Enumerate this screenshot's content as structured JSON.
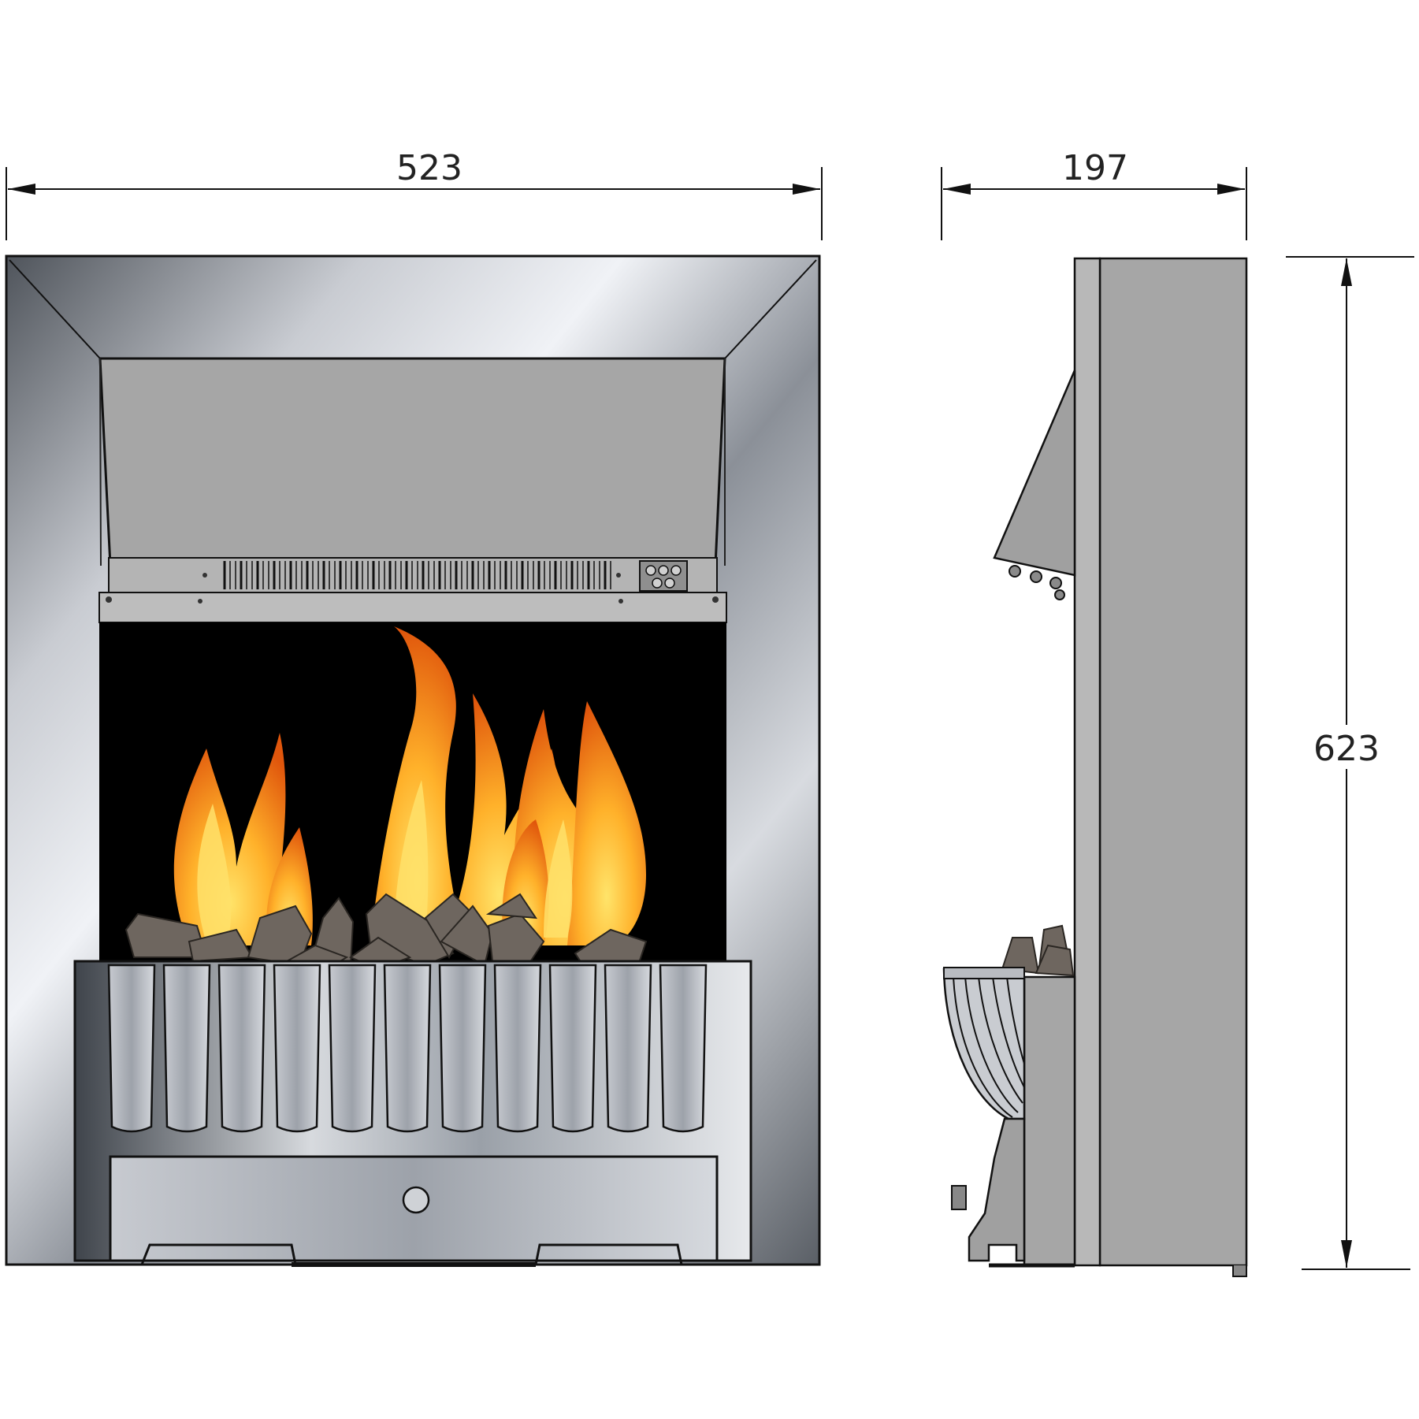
{
  "dimensions": {
    "width_label": "523",
    "depth_label": "197",
    "height_label": "623"
  },
  "colors": {
    "line": "#111111",
    "chrome_light": "#f0f2f6",
    "chrome_mid": "#a7abb3",
    "chrome_dark": "#4f545b",
    "panel_grey": "#a6a6a6",
    "firebox": "#000000",
    "flame_core": "#ffd84a",
    "flame_outer": "#f07a12",
    "coal": "#6e665f"
  }
}
